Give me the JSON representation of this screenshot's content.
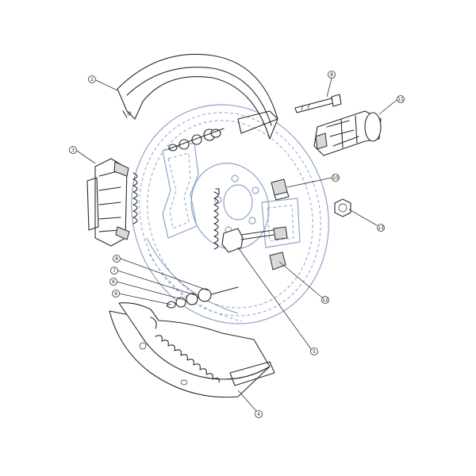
{
  "callouts": [
    {
      "id": "c2",
      "label": "2"
    },
    {
      "id": "c3",
      "label": "3"
    },
    {
      "id": "c8a",
      "label": "8"
    },
    {
      "id": "c11",
      "label": "11"
    },
    {
      "id": "c10",
      "label": "10"
    },
    {
      "id": "c13",
      "label": "13"
    },
    {
      "id": "c8b",
      "label": "8"
    },
    {
      "id": "c7",
      "label": "7"
    },
    {
      "id": "c6",
      "label": "6"
    },
    {
      "id": "c9",
      "label": "9"
    },
    {
      "id": "c12",
      "label": "12"
    },
    {
      "id": "c5",
      "label": "5"
    },
    {
      "id": "c4",
      "label": "4"
    }
  ],
  "colors": {
    "line": "#2a2a2a",
    "backing_plate": "#8fa4c8",
    "background": "#ffffff"
  }
}
